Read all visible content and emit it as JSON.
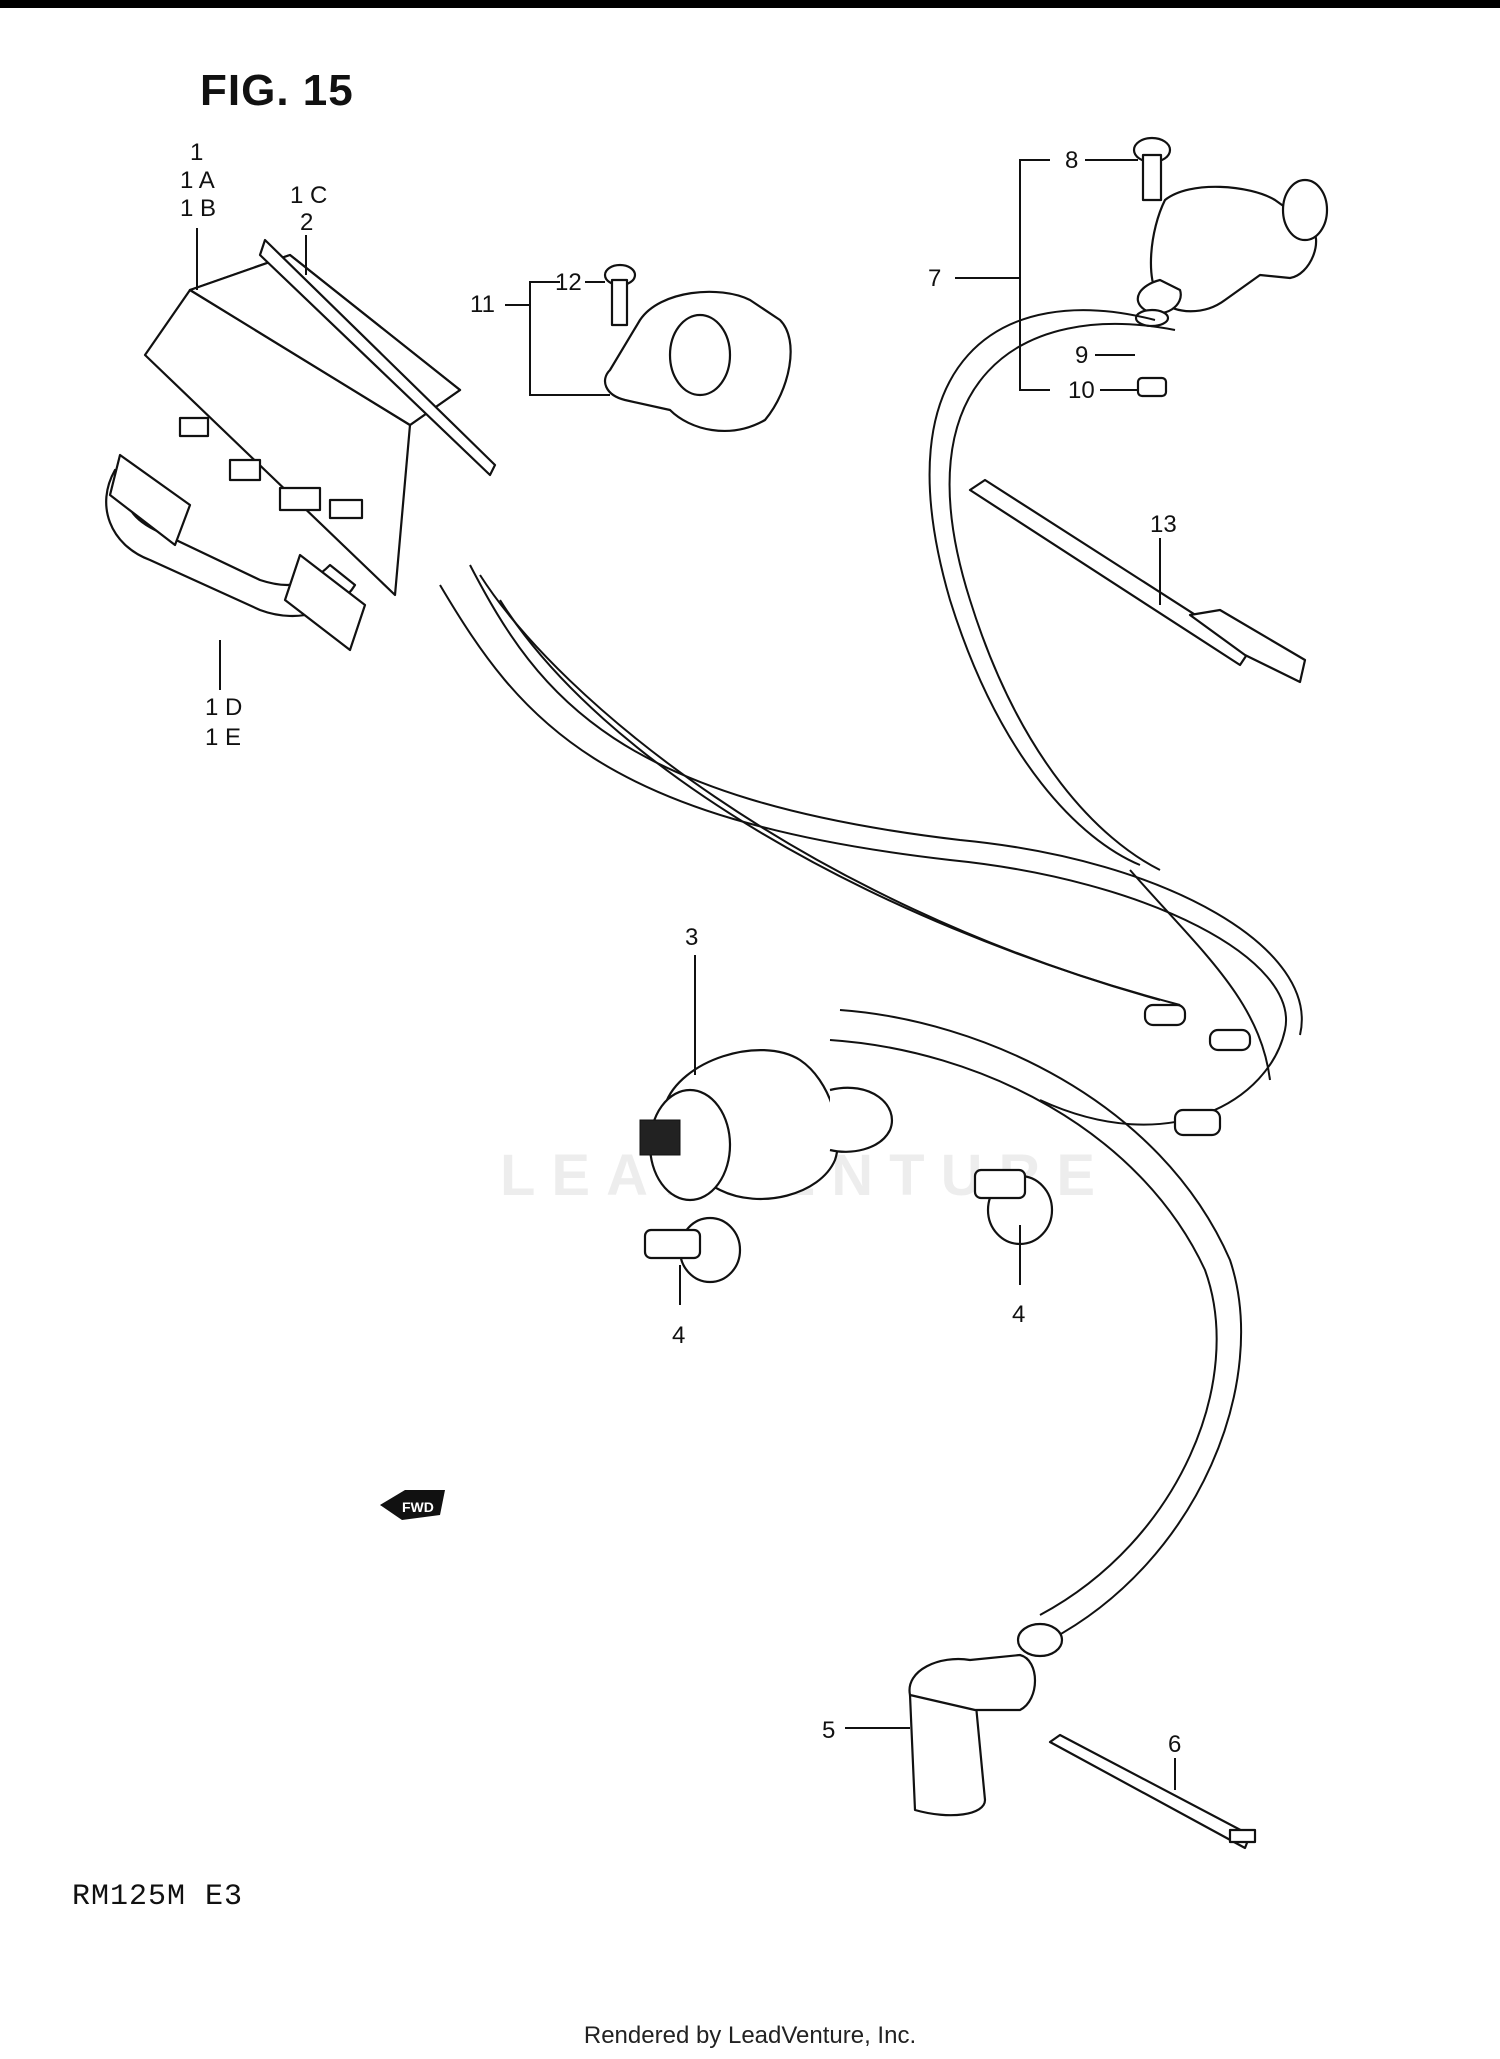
{
  "figure": {
    "title": "FIG. 15",
    "model": "RM125M  E3"
  },
  "watermark": "LEADVENTURE",
  "footer": "Rendered by LeadVenture, Inc.",
  "fwd_arrow": "FWD",
  "callouts": [
    {
      "id": "1",
      "label": "1"
    },
    {
      "id": "1a",
      "label": "1 A"
    },
    {
      "id": "1b",
      "label": "1 B"
    },
    {
      "id": "1c",
      "label": "1 C"
    },
    {
      "id": "2",
      "label": "2"
    },
    {
      "id": "1d",
      "label": "1 D"
    },
    {
      "id": "1e",
      "label": "1 E"
    },
    {
      "id": "3",
      "label": "3"
    },
    {
      "id": "4a",
      "label": "4"
    },
    {
      "id": "4b",
      "label": "4"
    },
    {
      "id": "5",
      "label": "5"
    },
    {
      "id": "6",
      "label": "6"
    },
    {
      "id": "7",
      "label": "7"
    },
    {
      "id": "8",
      "label": "8"
    },
    {
      "id": "9",
      "label": "9"
    },
    {
      "id": "10",
      "label": "10"
    },
    {
      "id": "11",
      "label": "11"
    },
    {
      "id": "12",
      "label": "12"
    },
    {
      "id": "13",
      "label": "13"
    }
  ],
  "icons": {
    "cdi_unit": "cdi-unit-icon",
    "ignition_coil": "ignition-coil-icon",
    "spark_plug_cap": "spark-plug-cap-icon",
    "kill_switch": "engine-stop-switch-icon",
    "bolt": "bolt-icon",
    "cable_tie": "cable-tie-icon"
  }
}
